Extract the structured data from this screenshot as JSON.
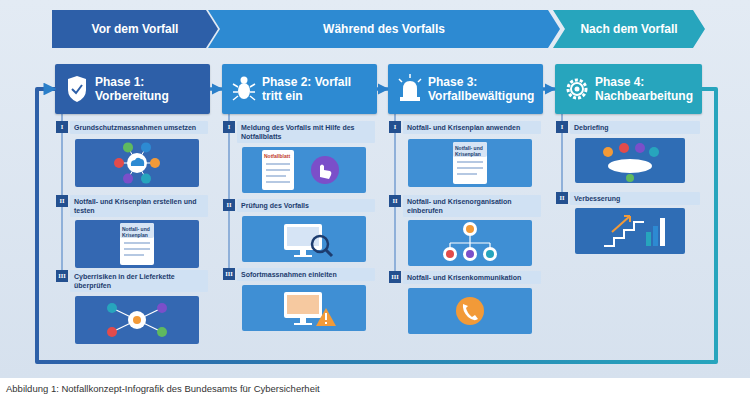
{
  "diagram": {
    "caption": "Abbildung 1: Notfallkonzept-Infografik des Bundesamts für Cybersicherheit",
    "nodes": [
      {
        "text": [
          "Vor dem Vorfall"
        ]
      },
      {
        "text": [
          "Während des Vorfalls"
        ]
      },
      {
        "text": [
          "Nach dem Vorfall"
        ]
      },
      {
        "text": [
          "Phase 1: Vorbereitung"
        ]
      },
      {
        "text": [
          "Grundschutzmassnahmen umsetzen"
        ]
      },
      {
        "text": [
          "Notfall- und Krisenplan erstellen und testen"
        ]
      },
      {
        "text": [
          "Cyberrisiken in der Lieferkette überprüfen"
        ]
      },
      {
        "text": [
          "Phase 2: Vorfall tritt ein"
        ]
      },
      {
        "text": [
          "Meldung des Vorfalls mit Hilfe des Notfallblatts"
        ]
      },
      {
        "text": [
          "Prüfung des Vorfalls"
        ]
      },
      {
        "text": [
          "Sofortmassnahmen einleiten"
        ]
      },
      {
        "text": [
          "Phase 3: Vorfallbewältigung"
        ]
      },
      {
        "text": [
          "Notfall- und Krisenplan anwenden"
        ]
      },
      {
        "text": [
          "Notfall- und Krisenorganisation einberufen"
        ]
      },
      {
        "text": [
          "Notfall- und Krisenkommunikation"
        ]
      },
      {
        "text": [
          "Phase 4: Nachbearbeitung"
        ]
      },
      {
        "text": [
          "Debriefing"
        ]
      },
      {
        "text": [
          "Verbesserung"
        ]
      }
    ],
    "edges": [
      {
        "from": 3,
        "to": 7,
        "arrow": "to"
      },
      {
        "from": 7,
        "to": 11,
        "arrow": "to"
      },
      {
        "from": 11,
        "to": 15,
        "arrow": "to"
      },
      {
        "from": 15,
        "to": 3,
        "arrow": "to"
      }
    ],
    "labels": [
      "I",
      "II",
      "Notfall- und Krisenplan",
      "III",
      "I",
      "Notfallblatt",
      "II",
      "III",
      "I",
      "Notfall- und Krisenplan",
      "II",
      "III",
      "I",
      "II"
    ]
  }
}
